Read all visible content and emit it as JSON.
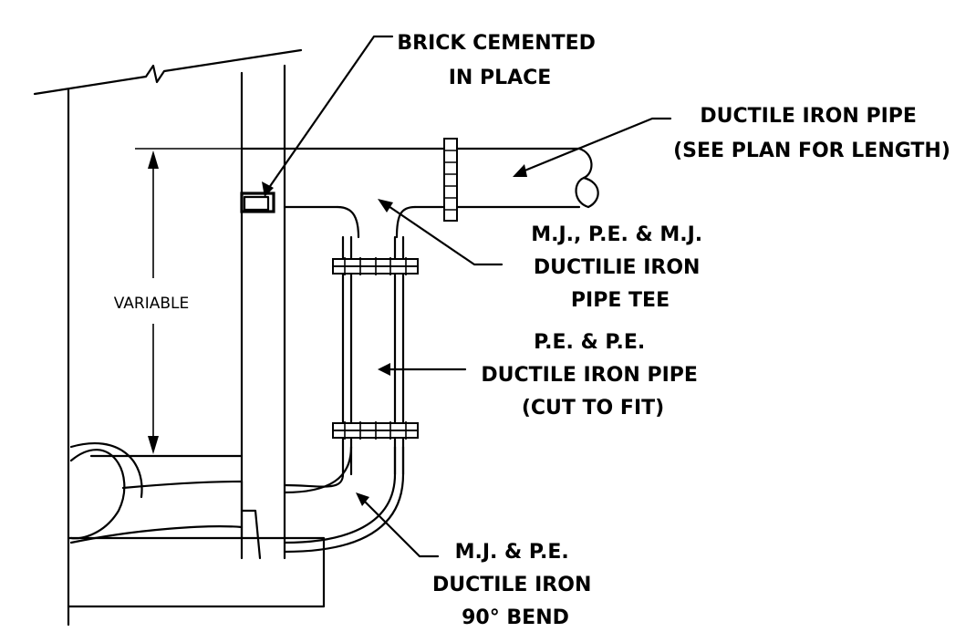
{
  "callouts": {
    "brick": {
      "lines": [
        "BRICK CEMENTED",
        "IN PLACE"
      ]
    },
    "ductile_pipe": {
      "lines": [
        "DUCTILE IRON PIPE",
        "(SEE PLAN FOR LENGTH)"
      ]
    },
    "pipe_tee": {
      "lines": [
        "M.J., P.E. & M.J.",
        "DUCTILIE IRON",
        "PIPE TEE"
      ]
    },
    "pe_pipe": {
      "lines": [
        "P.E. & P.E.",
        "DUCTILE IRON PIPE",
        "(CUT TO FIT)"
      ]
    },
    "bend": {
      "lines": [
        "M.J. & P.E.",
        "DUCTILE IRON",
        "90° BEND"
      ]
    }
  },
  "dimension": {
    "label": "VARIABLE"
  }
}
